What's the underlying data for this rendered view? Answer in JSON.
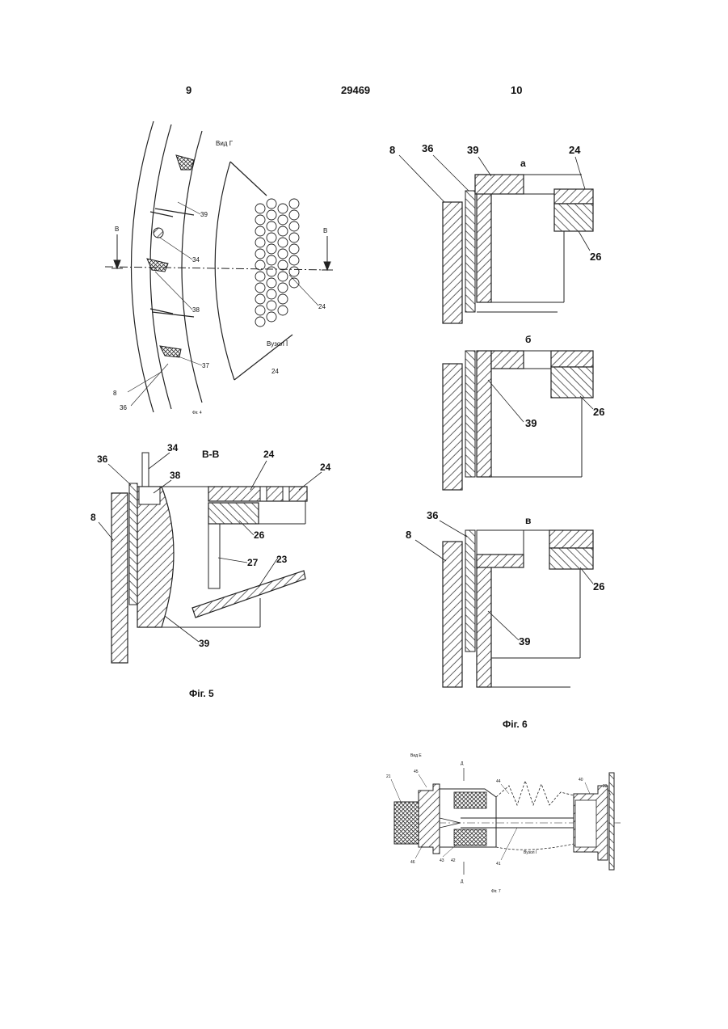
{
  "header": {
    "page_left": "9",
    "patent_number": "29469",
    "page_right": "10"
  },
  "fig4": {
    "view_label": "Вид Г",
    "section_mark": "В",
    "node_label": "Вузол Ī",
    "caption": "Фіг. 4",
    "labels": {
      "l39": "39",
      "l34": "34",
      "l38": "38",
      "l37": "37",
      "l8": "8",
      "l36": "36",
      "l24a": "24",
      "l24b": "24"
    }
  },
  "fig5": {
    "section_label": "В-В",
    "caption": "Фіг. 5",
    "labels": {
      "l34": "34",
      "l36": "36",
      "l38": "38",
      "l8": "8",
      "l24a": "24",
      "l24b": "24",
      "l26": "26",
      "l27": "27",
      "l23": "23",
      "l39": "39"
    }
  },
  "fig6": {
    "caption": "Фіг. 6",
    "a": {
      "letter": "а",
      "l8": "8",
      "l36": "36",
      "l39": "39",
      "l24": "24",
      "l26": "26"
    },
    "b": {
      "letter": "б",
      "l39": "39",
      "l26": "26"
    },
    "c": {
      "letter": "в",
      "l36": "36",
      "l8": "8",
      "l39": "39",
      "l26": "26"
    }
  },
  "fig7": {
    "view_label": "Вид Е",
    "section_mark": "Д",
    "node_label": "Вузол Ī",
    "caption": "Фіг. 7",
    "labels": {
      "l21": "21",
      "l45": "45",
      "l44": "44",
      "l40": "40",
      "l23": "23",
      "l46": "46",
      "l43": "43",
      "l42": "42",
      "l41": "41"
    }
  }
}
